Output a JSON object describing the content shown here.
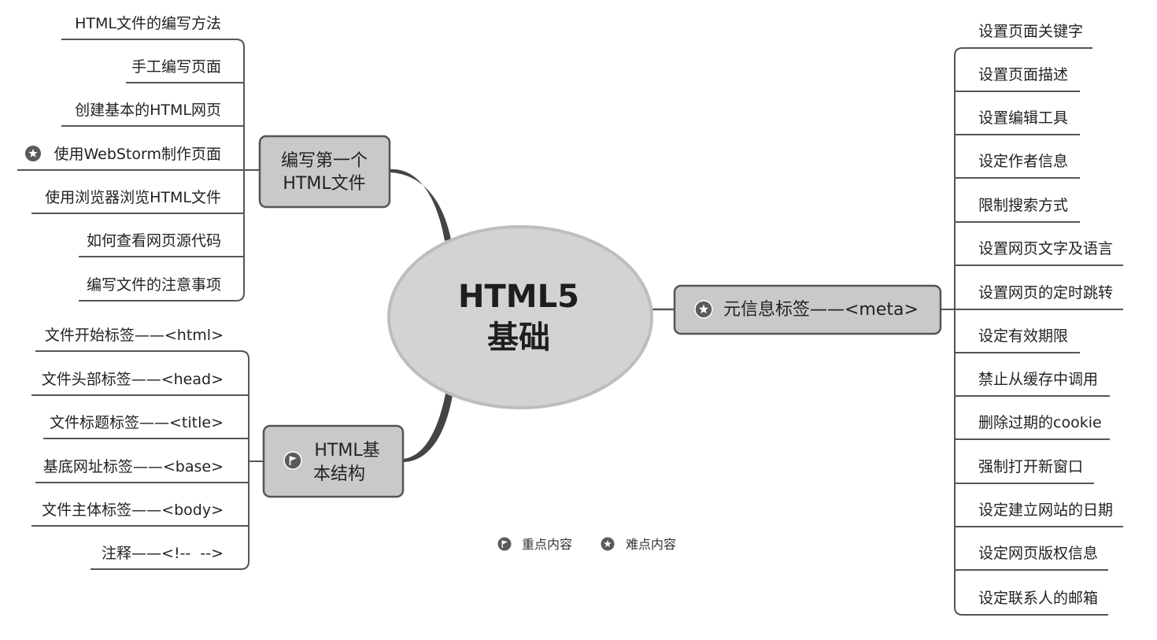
{
  "center_topic": {
    "line1": "HTML5",
    "line2": "基础"
  },
  "write_first_html": {
    "title_line1": "编写第一个",
    "title_line2": "HTML文件",
    "items": [
      {
        "label": "HTML文件的编写方法"
      },
      {
        "label": "手工编写页面"
      },
      {
        "label": "创建基本的HTML网页"
      },
      {
        "label": "使用WebStorm制作页面",
        "marker": "star-icon"
      },
      {
        "label": "使用浏览器浏览HTML文件"
      },
      {
        "label": "如何查看网页源代码"
      },
      {
        "label": "编写文件的注意事项"
      }
    ]
  },
  "html_basic_structure": {
    "marker": "flag-icon",
    "title_line1": "HTML基",
    "title_line2": "本结构",
    "items": [
      {
        "label": "文件开始标签——<html>"
      },
      {
        "label": "文件头部标签——<head>"
      },
      {
        "label": "文件标题标签——<title>"
      },
      {
        "label": "基底网址标签——<base>"
      },
      {
        "label": "文件主体标签——<body>"
      },
      {
        "label": "注释——<!--  -->"
      }
    ]
  },
  "meta_tags": {
    "marker": "star-icon",
    "title": "元信息标签——<meta>",
    "items": [
      {
        "label": "设置页面关键字"
      },
      {
        "label": "设置页面描述"
      },
      {
        "label": "设置编辑工具"
      },
      {
        "label": "设定作者信息"
      },
      {
        "label": "限制搜索方式"
      },
      {
        "label": "设置网页文字及语言"
      },
      {
        "label": "设置网页的定时跳转"
      },
      {
        "label": "设定有效期限"
      },
      {
        "label": "禁止从缓存中调用"
      },
      {
        "label": "删除过期的cookie"
      },
      {
        "label": "强制打开新窗口"
      },
      {
        "label": "设定建立网站的日期"
      },
      {
        "label": "设定网页版权信息"
      },
      {
        "label": "设定联系人的邮箱"
      }
    ]
  },
  "legend": [
    {
      "marker": "flag-icon",
      "label": "重点内容"
    },
    {
      "marker": "star-icon",
      "label": "难点内容"
    }
  ],
  "colors": {
    "line": "#555555",
    "topic_fill": "#c9c9c9",
    "center_fill": "#d3d3d3",
    "marker": "#5a5a5a"
  }
}
